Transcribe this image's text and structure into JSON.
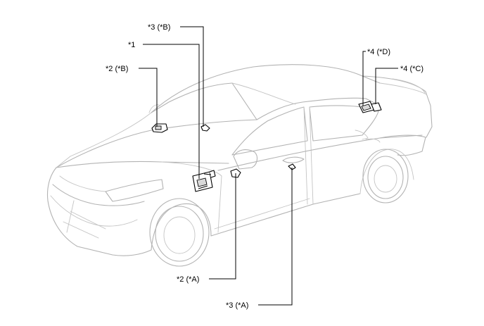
{
  "callouts": {
    "c3b": "*3 (*B)",
    "c1": "*1",
    "c2b": "*2 (*B)",
    "c4d": "*4 (*D)",
    "c4c": "*4 (*C)",
    "c2a": "*2 (*A)",
    "c3a": "*3 (*A)"
  }
}
